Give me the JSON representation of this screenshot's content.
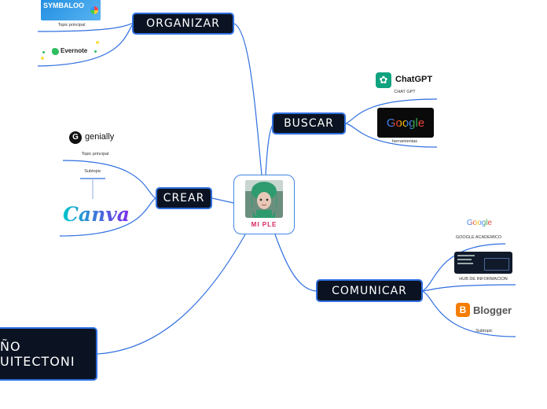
{
  "central": {
    "label": "MI PLE"
  },
  "topics": {
    "organizar": "ORGANIZAR",
    "buscar": "BUSCAR",
    "crear": "CREAR",
    "comunicar": "COMUNICAR",
    "diseno_line1": "ÑO",
    "diseno_line2": "UITECTONI"
  },
  "organizar": {
    "symbaloo_logo": "SYMBALOO",
    "symbaloo_caption": "Topic principal",
    "evernote_logo": "Evernote"
  },
  "buscar": {
    "chatgpt_logo": "ChatGPT",
    "chatgpt_caption": "CHAT GPT",
    "google_logo": "Google",
    "google_caption": "herramientas"
  },
  "crear": {
    "genially_logo": "genially",
    "genially_caption": "Topic principal",
    "subtopic": "Subtopic",
    "canva_logo": "Canva"
  },
  "comunicar": {
    "scholar_logo": "Google",
    "scholar_caption": "GOOGLE ACADEMICO",
    "hub_caption": "HUB DE INFORMACION",
    "blogger_logo": "Blogger",
    "blogger_caption": "Subtopic"
  },
  "colors": {
    "link": "#2f6fe0",
    "topic_bg": "#0b1322",
    "central_label": "#d9265c"
  }
}
